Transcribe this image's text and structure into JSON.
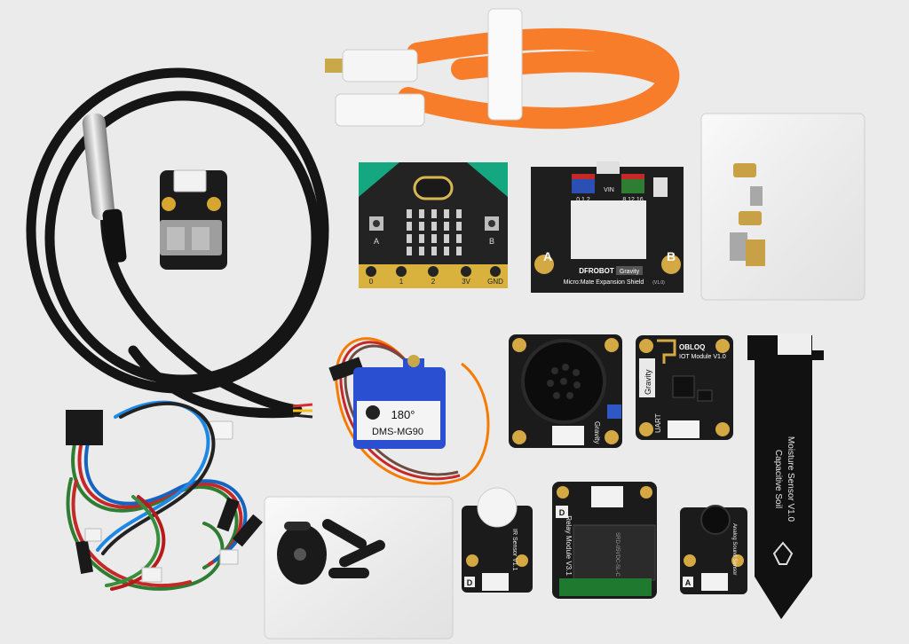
{
  "scene": {
    "background_color": "#ebebeb",
    "microbit": {
      "pin_labels": [
        "0",
        "1",
        "2",
        "3V",
        "GND"
      ],
      "button_labels": [
        "A",
        "B"
      ]
    },
    "expansion_shield": {
      "brand": "DFROBOT",
      "brand_tag": "Gravity",
      "title": "Micro:Mate Expansion Shield",
      "version": "(V1.0)",
      "side_labels": [
        "A",
        "B"
      ],
      "vin_label": "VIN",
      "pin_group_left": "0 1 2",
      "pin_group_right": "8 12 16"
    },
    "servo": {
      "angle": "180°",
      "model": "DMS-MG90"
    },
    "iot_module": {
      "title": "OBLOQ",
      "subtitle": "IOT Module V1.0",
      "side_label": "Gravity",
      "uart_label": "UART"
    },
    "speaker_module": {
      "side_label": "Gravity"
    },
    "moisture_sensor": {
      "line1": "Capacitive Soil",
      "line2": "Moisture Sensor V1.0"
    },
    "pir_sensor": {
      "label": "IR Sensor V1.1",
      "pin_tag": "D"
    },
    "relay_module": {
      "label": "Relay Module V3.1",
      "relay_text": "SRD-05VDC-SL-C",
      "pin_tag": "D"
    },
    "sound_sensor": {
      "label": "Analog Sound Sensor",
      "pin_tag": "A"
    }
  }
}
